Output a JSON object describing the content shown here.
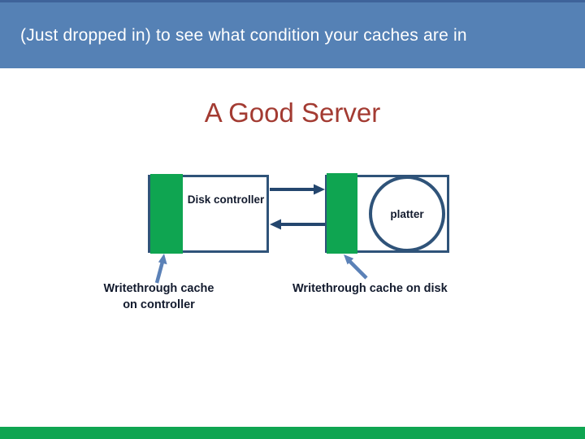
{
  "header": {
    "text": "(Just dropped in) to see what condition your caches are in"
  },
  "title": "A Good Server",
  "diagram": {
    "controller_box": {
      "label": "Disk controller"
    },
    "disk_box": {
      "platter_label": "platter"
    },
    "captions": {
      "controller": {
        "line1": "Writethrough cache",
        "line2": "on controller"
      },
      "disk": {
        "text": "Writethrough cache on disk"
      }
    },
    "icons": [
      "arrow-right-to-disk-icon",
      "arrow-left-to-controller-icon",
      "leader-arrow-controller-cache-icon",
      "leader-arrow-disk-cache-icon"
    ]
  },
  "colors": {
    "header_blue": "#5581B5",
    "header_top_edge": "#3E639A",
    "title_red": "#A33B32",
    "cache_green": "#0FA551",
    "box_border_blue": "#2F5379",
    "data_arrow_blue": "#24466E",
    "leader_arrow_blue": "#5B81B7",
    "diagram_text": "#131B2E",
    "footer_green": "#0FA551"
  }
}
